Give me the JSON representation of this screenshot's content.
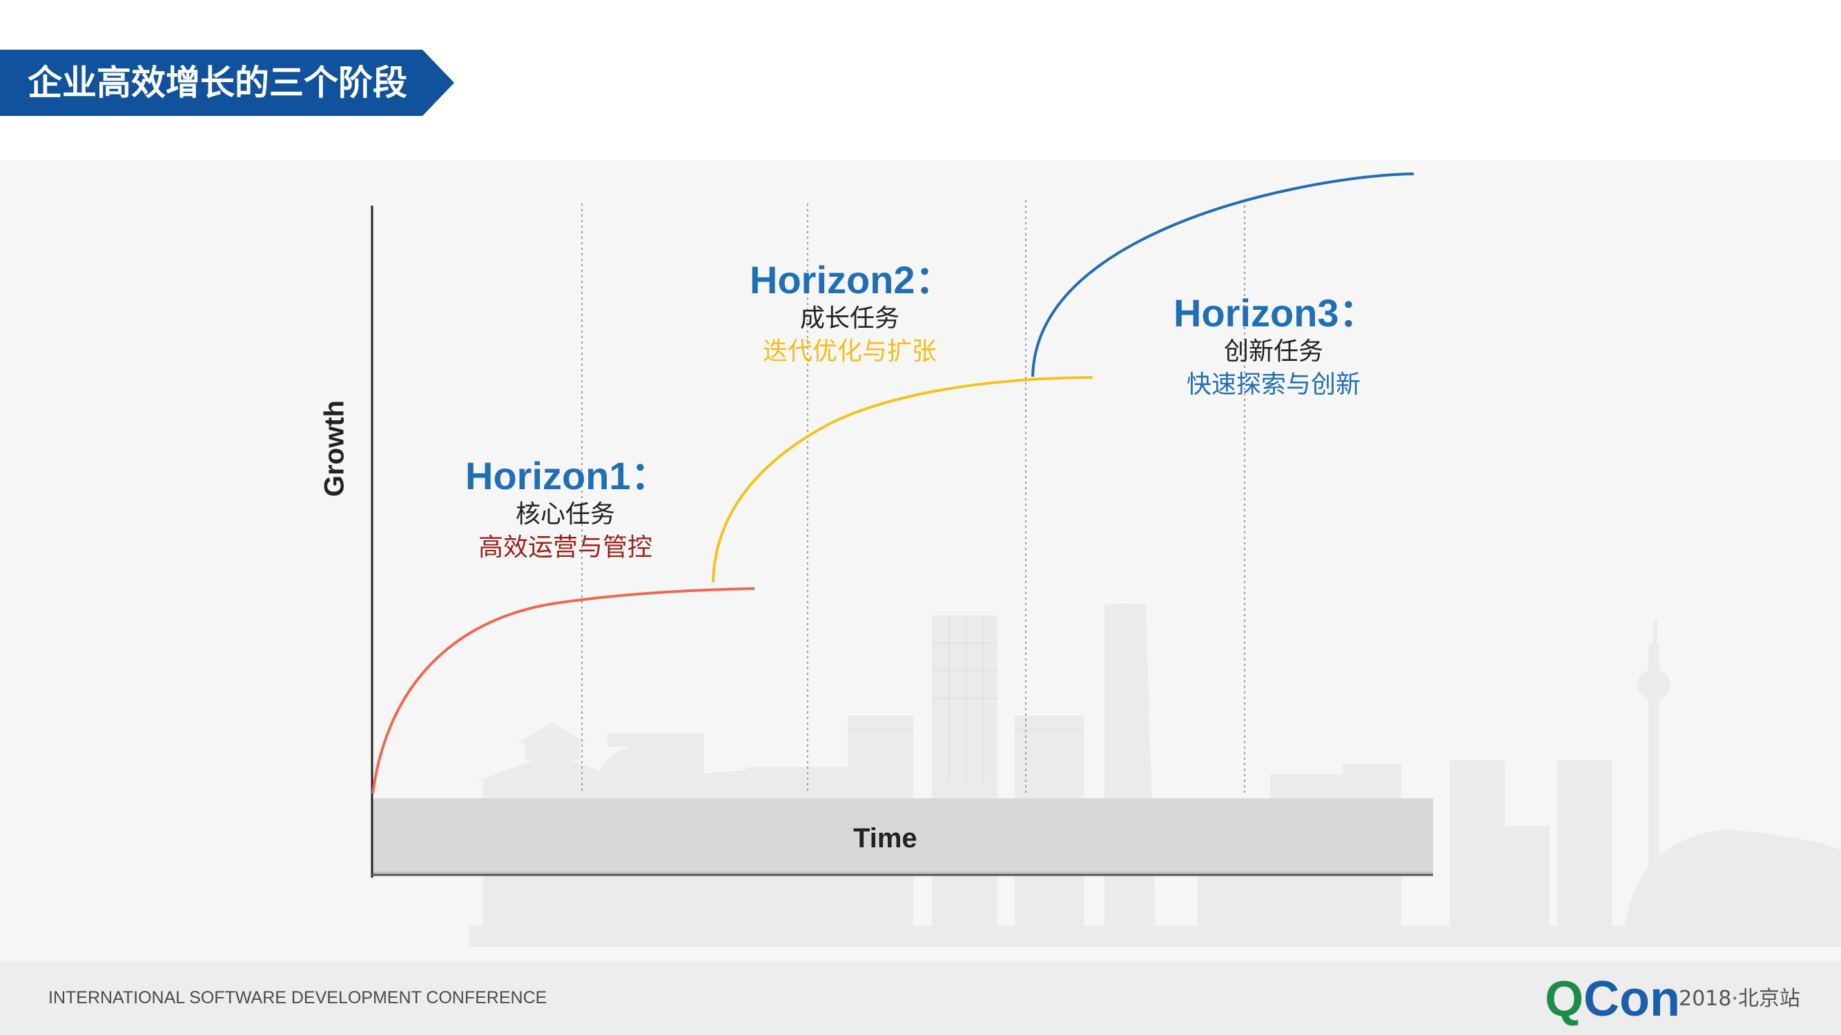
{
  "slide_title": "企业高效增长的三个阶段",
  "colors": {
    "brand_blue": "#10529b",
    "horizon1_curve": "#ee6a4e",
    "horizon2_curve": "#f6c21b",
    "horizon3_curve": "#1f6fb6",
    "horizon1_desc": "#9c2118",
    "horizon2_desc": "#f4bd17",
    "horizon3_desc": "#1f6fb6"
  },
  "diagram": {
    "x_axis_label": "Time",
    "y_axis_label": "Growth",
    "horizons": [
      {
        "title": "Horizon1：",
        "task": "核心任务",
        "desc": "高效运营与管控"
      },
      {
        "title": "Horizon2：",
        "task": "成长任务",
        "desc": "迭代优化与扩张"
      },
      {
        "title": "Horizon3：",
        "task": "创新任务",
        "desc": "快速探索与创新"
      }
    ]
  },
  "footer": {
    "conference": "INTERNATIONAL SOFTWARE DEVELOPMENT CONFERENCE",
    "logo_q": "Q",
    "logo_con": "Con",
    "edition": "2018·北京站"
  }
}
